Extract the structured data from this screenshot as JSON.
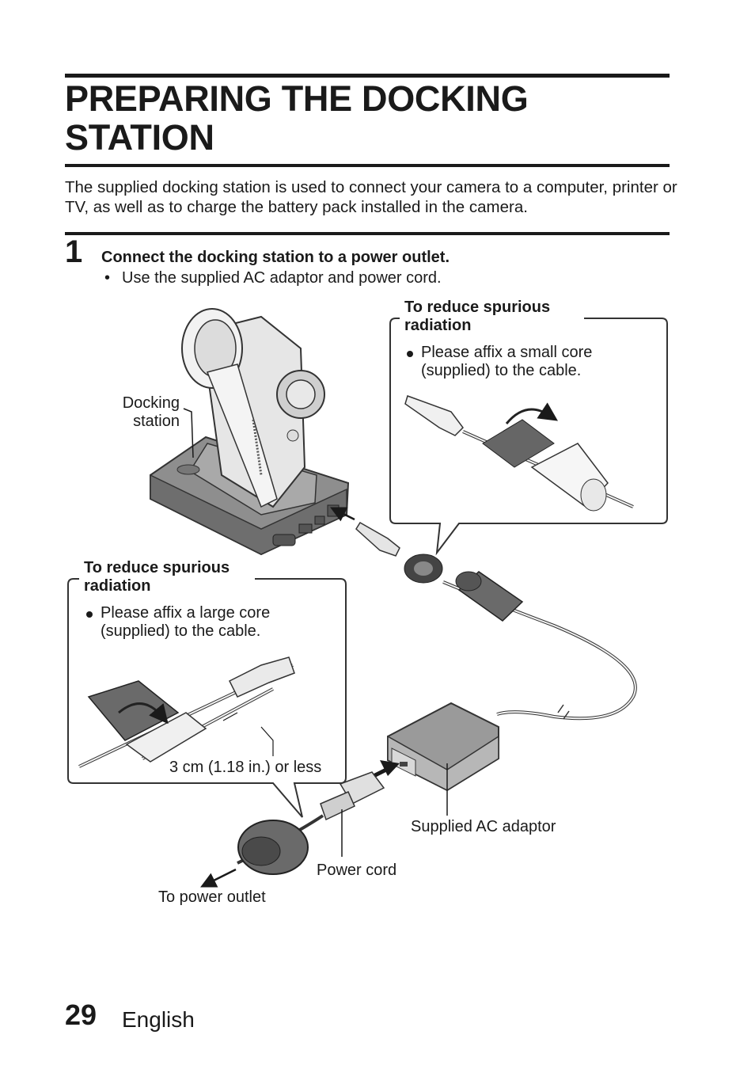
{
  "header": {
    "title": "PREPARING THE DOCKING STATION"
  },
  "intro": "The supplied docking station is used to connect your camera to a computer, printer or TV, as well as to charge the battery pack installed in the camera.",
  "step": {
    "number": "1",
    "instruction": "Connect the docking station to a power outlet.",
    "note": "Use the supplied AC adaptor and power cord."
  },
  "figure": {
    "callout_small": {
      "heading": "To reduce spurious radiation",
      "bullet": "Please affix a small core (supplied) to the cable."
    },
    "callout_large": {
      "heading": "To reduce spurious radiation",
      "bullet": "Please affix a large core (supplied) to the cable."
    },
    "labels": {
      "docking_station": "Docking station",
      "distance": "3 cm (1.18 in.) or less",
      "ac_adaptor": "Supplied AC adaptor",
      "power_cord": "Power cord",
      "power_outlet": "To power outlet"
    }
  },
  "footer": {
    "page_number": "29",
    "language": "English"
  }
}
